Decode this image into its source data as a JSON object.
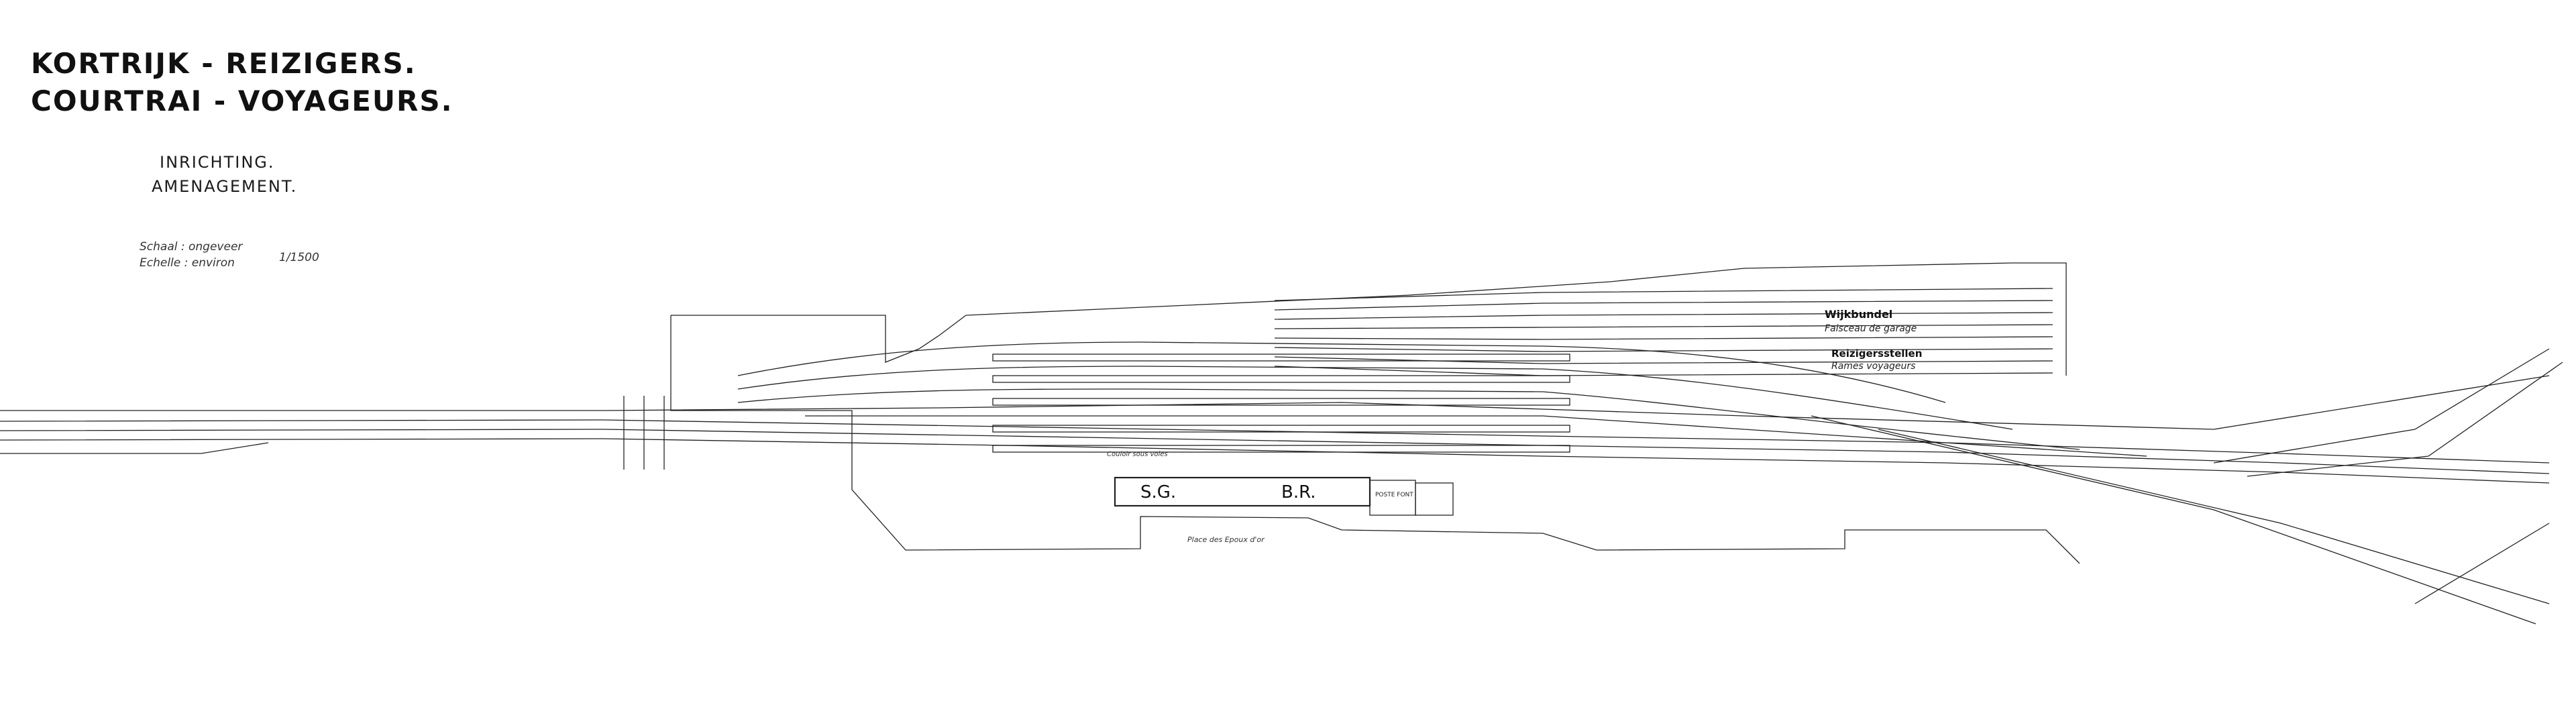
{
  "title": {
    "line1": "KORTRIJK - REIZIGERS.",
    "line2": "COURTRAI - VOYAGEURS."
  },
  "subtitle": {
    "nl": "INRICHTING.",
    "fr": "AMENAGEMENT."
  },
  "scale": {
    "nl": "Schaal : ongeveer",
    "fr": "Echelle : environ",
    "value": "1/1500"
  },
  "station": {
    "left_block": "S.G.",
    "right_block": "B.R.",
    "post": "POSTE FONT"
  },
  "labels": {
    "wijkbundel": "Wijkbundel",
    "faisceau": "Faisceau de garage",
    "reizigersstellen": "Reizigersstellen",
    "rames": "Rames voyageurs",
    "place": "Place des Epoux d'or",
    "couloir": "Couloir sous voies"
  }
}
